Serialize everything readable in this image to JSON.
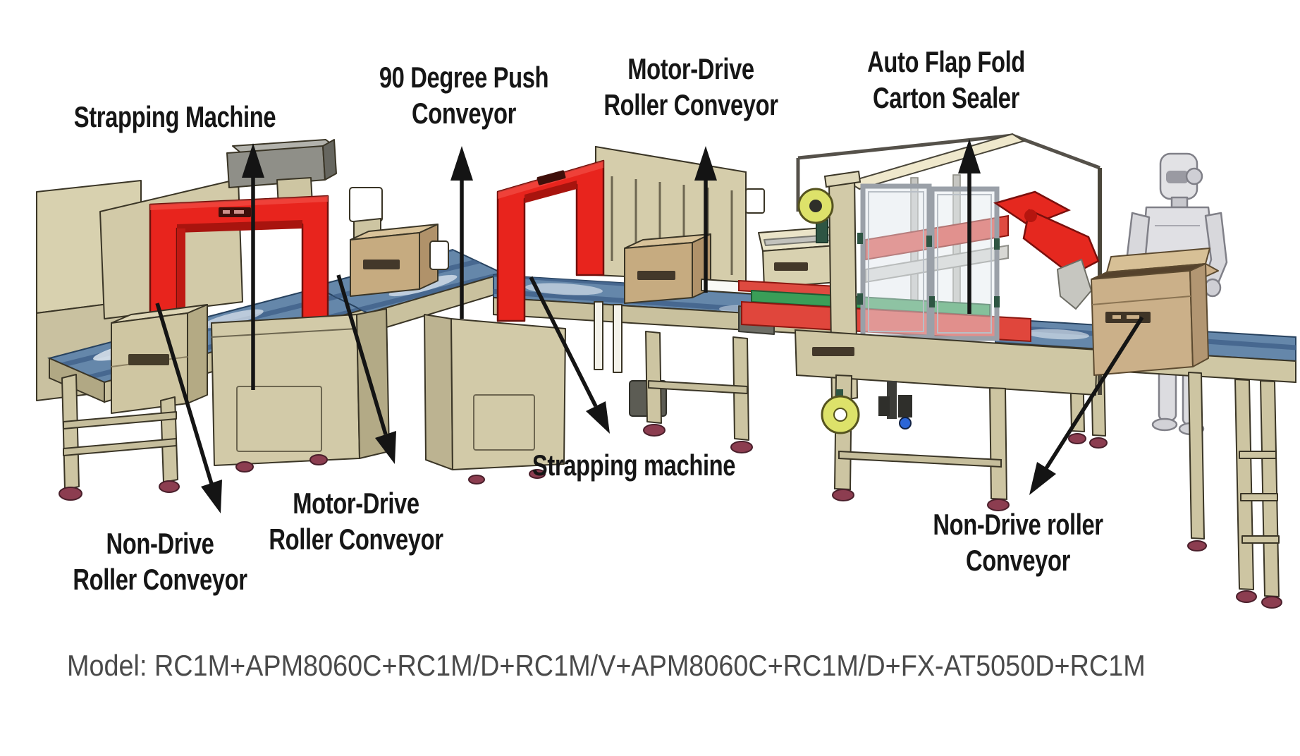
{
  "diagram": {
    "type": "packaging-line-equipment-diagram",
    "background": "#ffffff",
    "labels": {
      "strapping_machine_top": "Strapping Machine",
      "push_conveyor_line1": "90 Degree Push",
      "push_conveyor_line2": "Conveyor",
      "motor_drive_top_line1": "Motor-Drive",
      "motor_drive_top_line2": "Roller Conveyor",
      "carton_sealer_line1": "Auto Flap Fold",
      "carton_sealer_line2": "Carton Sealer",
      "non_drive_left_line1": "Non-Drive",
      "non_drive_left_line2": "Roller Conveyor",
      "motor_drive_bottom_line1": "Motor-Drive",
      "motor_drive_bottom_line2": "Roller Conveyor",
      "strapping_machine_bottom": "Strapping machine",
      "non_drive_right_line1": "Non-Drive roller",
      "non_drive_right_line2": "Conveyor"
    },
    "model_line": "Model: RC1M+APM8060C+RC1M/D+RC1M/V+APM8060C+RC1M/D+FX-AT5050D+RC1M",
    "colors": {
      "machine_red": "#e8241d",
      "machine_beige": "#d2caa8",
      "conveyor_blue": "#6587aa",
      "belt_green": "#3a9e58",
      "tape_roll_yellow": "#dde26a",
      "carton_tan": "#c6ab80",
      "robot_gray": "#e0e0e4",
      "foot_maroon": "#8c3d50",
      "arrow_black": "#141414",
      "label_text": "#161616",
      "model_text": "#4a4a4a"
    }
  }
}
